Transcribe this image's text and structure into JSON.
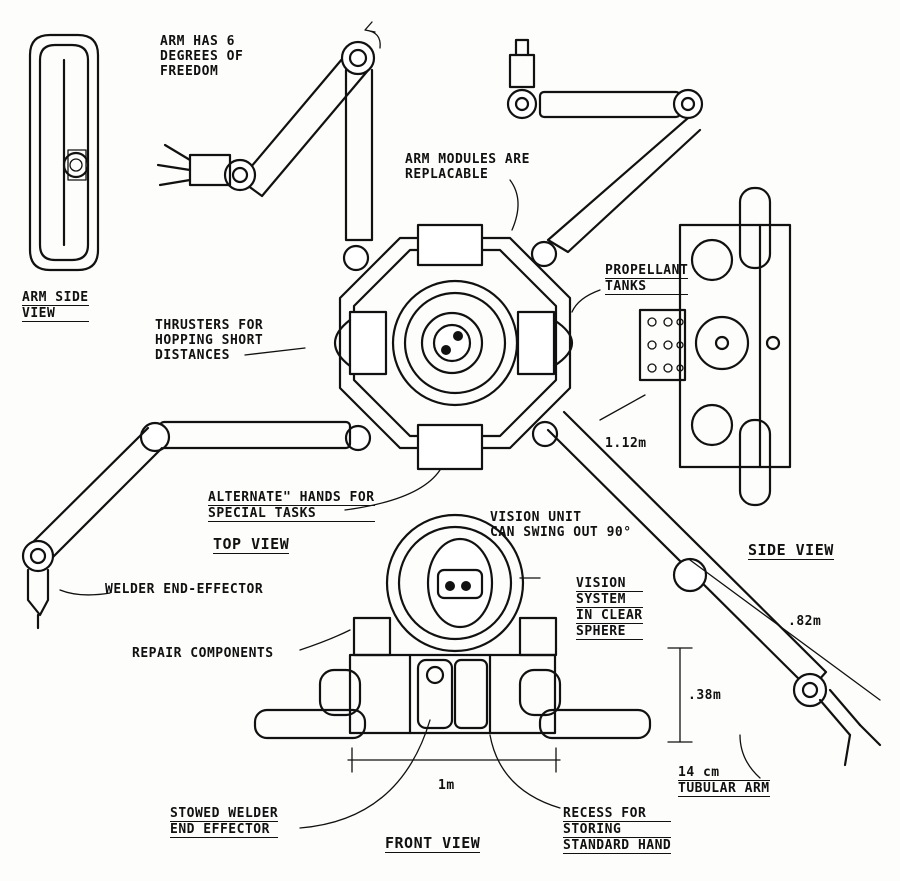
{
  "labels": {
    "arm_dof": [
      "ARM HAS 6",
      "DEGREES OF",
      "FREEDOM"
    ],
    "arm_side_view": [
      "ARM SIDE",
      "VIEW"
    ],
    "arm_modules": [
      "ARM MODULES ARE",
      "REPLACABLE"
    ],
    "propellant": [
      "PROPELLANT",
      "TANKS"
    ],
    "thrusters": [
      "THRUSTERS FOR",
      "HOPPING SHORT",
      "DISTANCES"
    ],
    "alternate_hands": [
      "ALTERNATE\" HANDS FOR",
      "SPECIAL TASKS"
    ],
    "vision_unit": [
      "VISION UNIT",
      "CAN SWING OUT 90°"
    ],
    "top_view": "TOP VIEW",
    "side_view": "SIDE VIEW",
    "welder": "WELDER END-EFFECTOR",
    "vision_system": [
      "VISION",
      "SYSTEM",
      "IN CLEAR",
      "SPHERE"
    ],
    "repair": "REPAIR COMPONENTS",
    "stowed_welder": [
      "STOWED WELDER",
      "END EFFECTOR"
    ],
    "front_view": "FRONT VIEW",
    "recess": [
      "RECESS FOR",
      "STORING",
      "STANDARD HAND"
    ],
    "tubular_arm": [
      "14 cm",
      "TUBULAR ARM"
    ]
  },
  "dimensions": {
    "d_112": "1.12m",
    "d_082": ".82m",
    "d_038": ".38m",
    "d_1m": "1m"
  }
}
